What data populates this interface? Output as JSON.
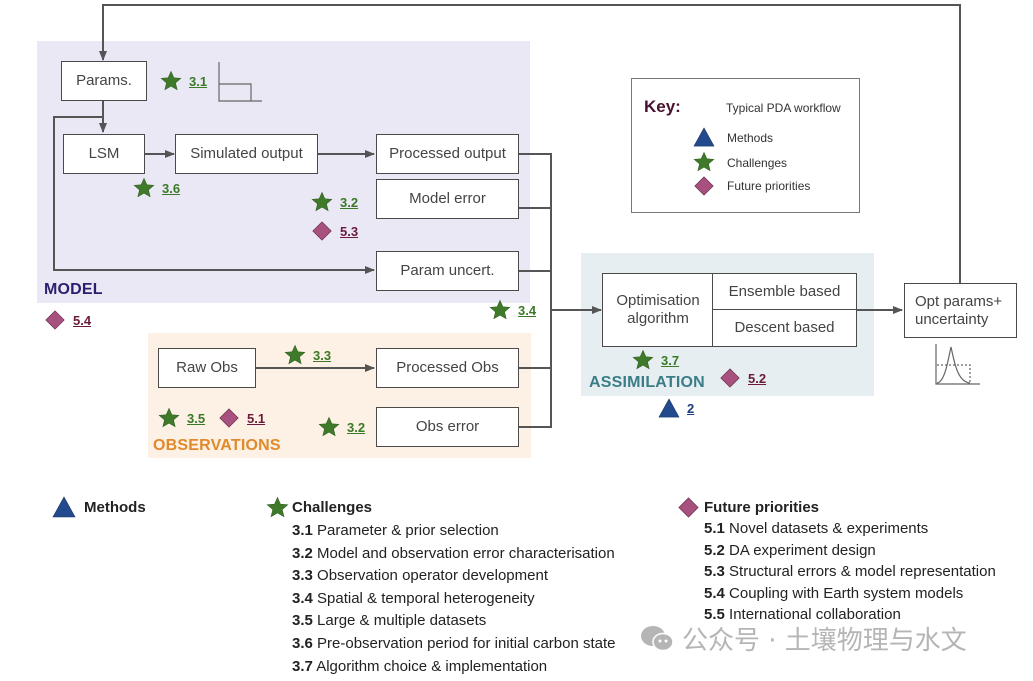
{
  "diagram": {
    "regions": {
      "model": "MODEL",
      "observations": "OBSERVATIONS",
      "assimilation": "ASSIMILATION"
    },
    "boxes": {
      "params": "Params.",
      "lsm": "LSM",
      "simulated_output": "Simulated output",
      "processed_output": "Processed output",
      "model_error": "Model error",
      "param_uncert": "Param uncert.",
      "raw_obs": "Raw Obs",
      "processed_obs": "Processed Obs",
      "obs_error": "Obs error",
      "optimisation_algorithm": "Optimisation algorithm",
      "ensemble_based": "Ensemble based",
      "descent_based": "Descent based",
      "opt_params": "Opt params+ uncertainty"
    },
    "tags": {
      "t31": "3.1",
      "t36": "3.6",
      "t32a": "3.2",
      "t53": "5.3",
      "t34": "3.4",
      "t54": "5.4",
      "t33": "3.3",
      "t35": "3.5",
      "t51": "5.1",
      "t32b": "3.2",
      "t37": "3.7",
      "t52": "5.2",
      "m2": "2"
    },
    "colors": {
      "challenge_star": "#3f7a2a",
      "future_diamond": "#a8517e",
      "method_triangle": "#234a8c",
      "arrow": "#555555"
    }
  },
  "key": {
    "title": "Key:",
    "items": {
      "workflow": "Typical PDA workflow",
      "methods": "Methods",
      "challenges": "Challenges",
      "future": "Future priorities"
    }
  },
  "legend": {
    "methods": {
      "title": "Methods"
    },
    "challenges": {
      "title": "Challenges",
      "items": [
        {
          "num": "3.1",
          "text": "Parameter & prior selection"
        },
        {
          "num": "3.2",
          "text": "Model and observation error characterisation"
        },
        {
          "num": "3.3",
          "text": "Observation operator development"
        },
        {
          "num": "3.4",
          "text": "Spatial & temporal heterogeneity"
        },
        {
          "num": "3.5",
          "text": "Large & multiple datasets"
        },
        {
          "num": "3.6",
          "text": "Pre-observation period for initial carbon state"
        },
        {
          "num": "3.7",
          "text": "Algorithm choice & implementation"
        }
      ]
    },
    "future": {
      "title": "Future priorities",
      "items": [
        {
          "num": "5.1",
          "text": "Novel datasets & experiments"
        },
        {
          "num": "5.2",
          "text": "DA experiment design"
        },
        {
          "num": "5.3",
          "text": "Structural errors & model representation"
        },
        {
          "num": "5.4",
          "text": "Coupling with Earth system models"
        },
        {
          "num": "5.5",
          "text": "International collaboration"
        }
      ]
    }
  },
  "watermark": "公众号 · 土壤物理与水文"
}
